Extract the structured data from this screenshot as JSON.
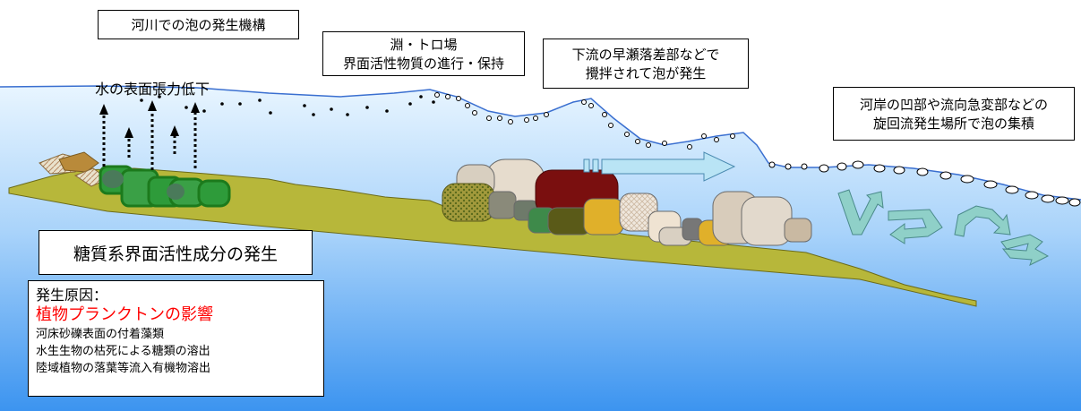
{
  "diagram": {
    "title": "河川での泡の発生機構",
    "label_pool": [
      "淵・トロ場",
      "界面活性物質の進行・保持"
    ],
    "label_rapids": [
      "下流の早瀬落差部などで",
      "攪拌されて泡が発生"
    ],
    "label_vortex": [
      "河岸の凹部や流向急変部などの",
      "旋回流発生場所で泡の集積"
    ],
    "label_surface_tension": "水の表面張力低下",
    "label_origin": "糖質系界面活性成分の発生",
    "causes": {
      "heading": "発生原因：",
      "highlight": "植物プランクトンの影響",
      "items": [
        "河床砂礫表面の付着藻類",
        "水生生物の枯死による糖類の溶出",
        "陸域植物の落葉等流入有機物溶出"
      ]
    }
  },
  "colors": {
    "sky": "#ffffff",
    "water_top": "#e6f4ff",
    "water_bottom": "#3c94f0",
    "water_line": "#3a6fd0",
    "riverbed": "#b7b73a",
    "algae_green": "#2e9b3a",
    "highlight_red": "#ff0000",
    "flow_arrow": "#b9e4f5",
    "swirl": "#8fd0c8"
  },
  "icons": [
    "upward-dotted-arrow-icon",
    "flow-arrow-icon",
    "swirl-arrow-icon",
    "bubble-icon",
    "rock-icon"
  ]
}
